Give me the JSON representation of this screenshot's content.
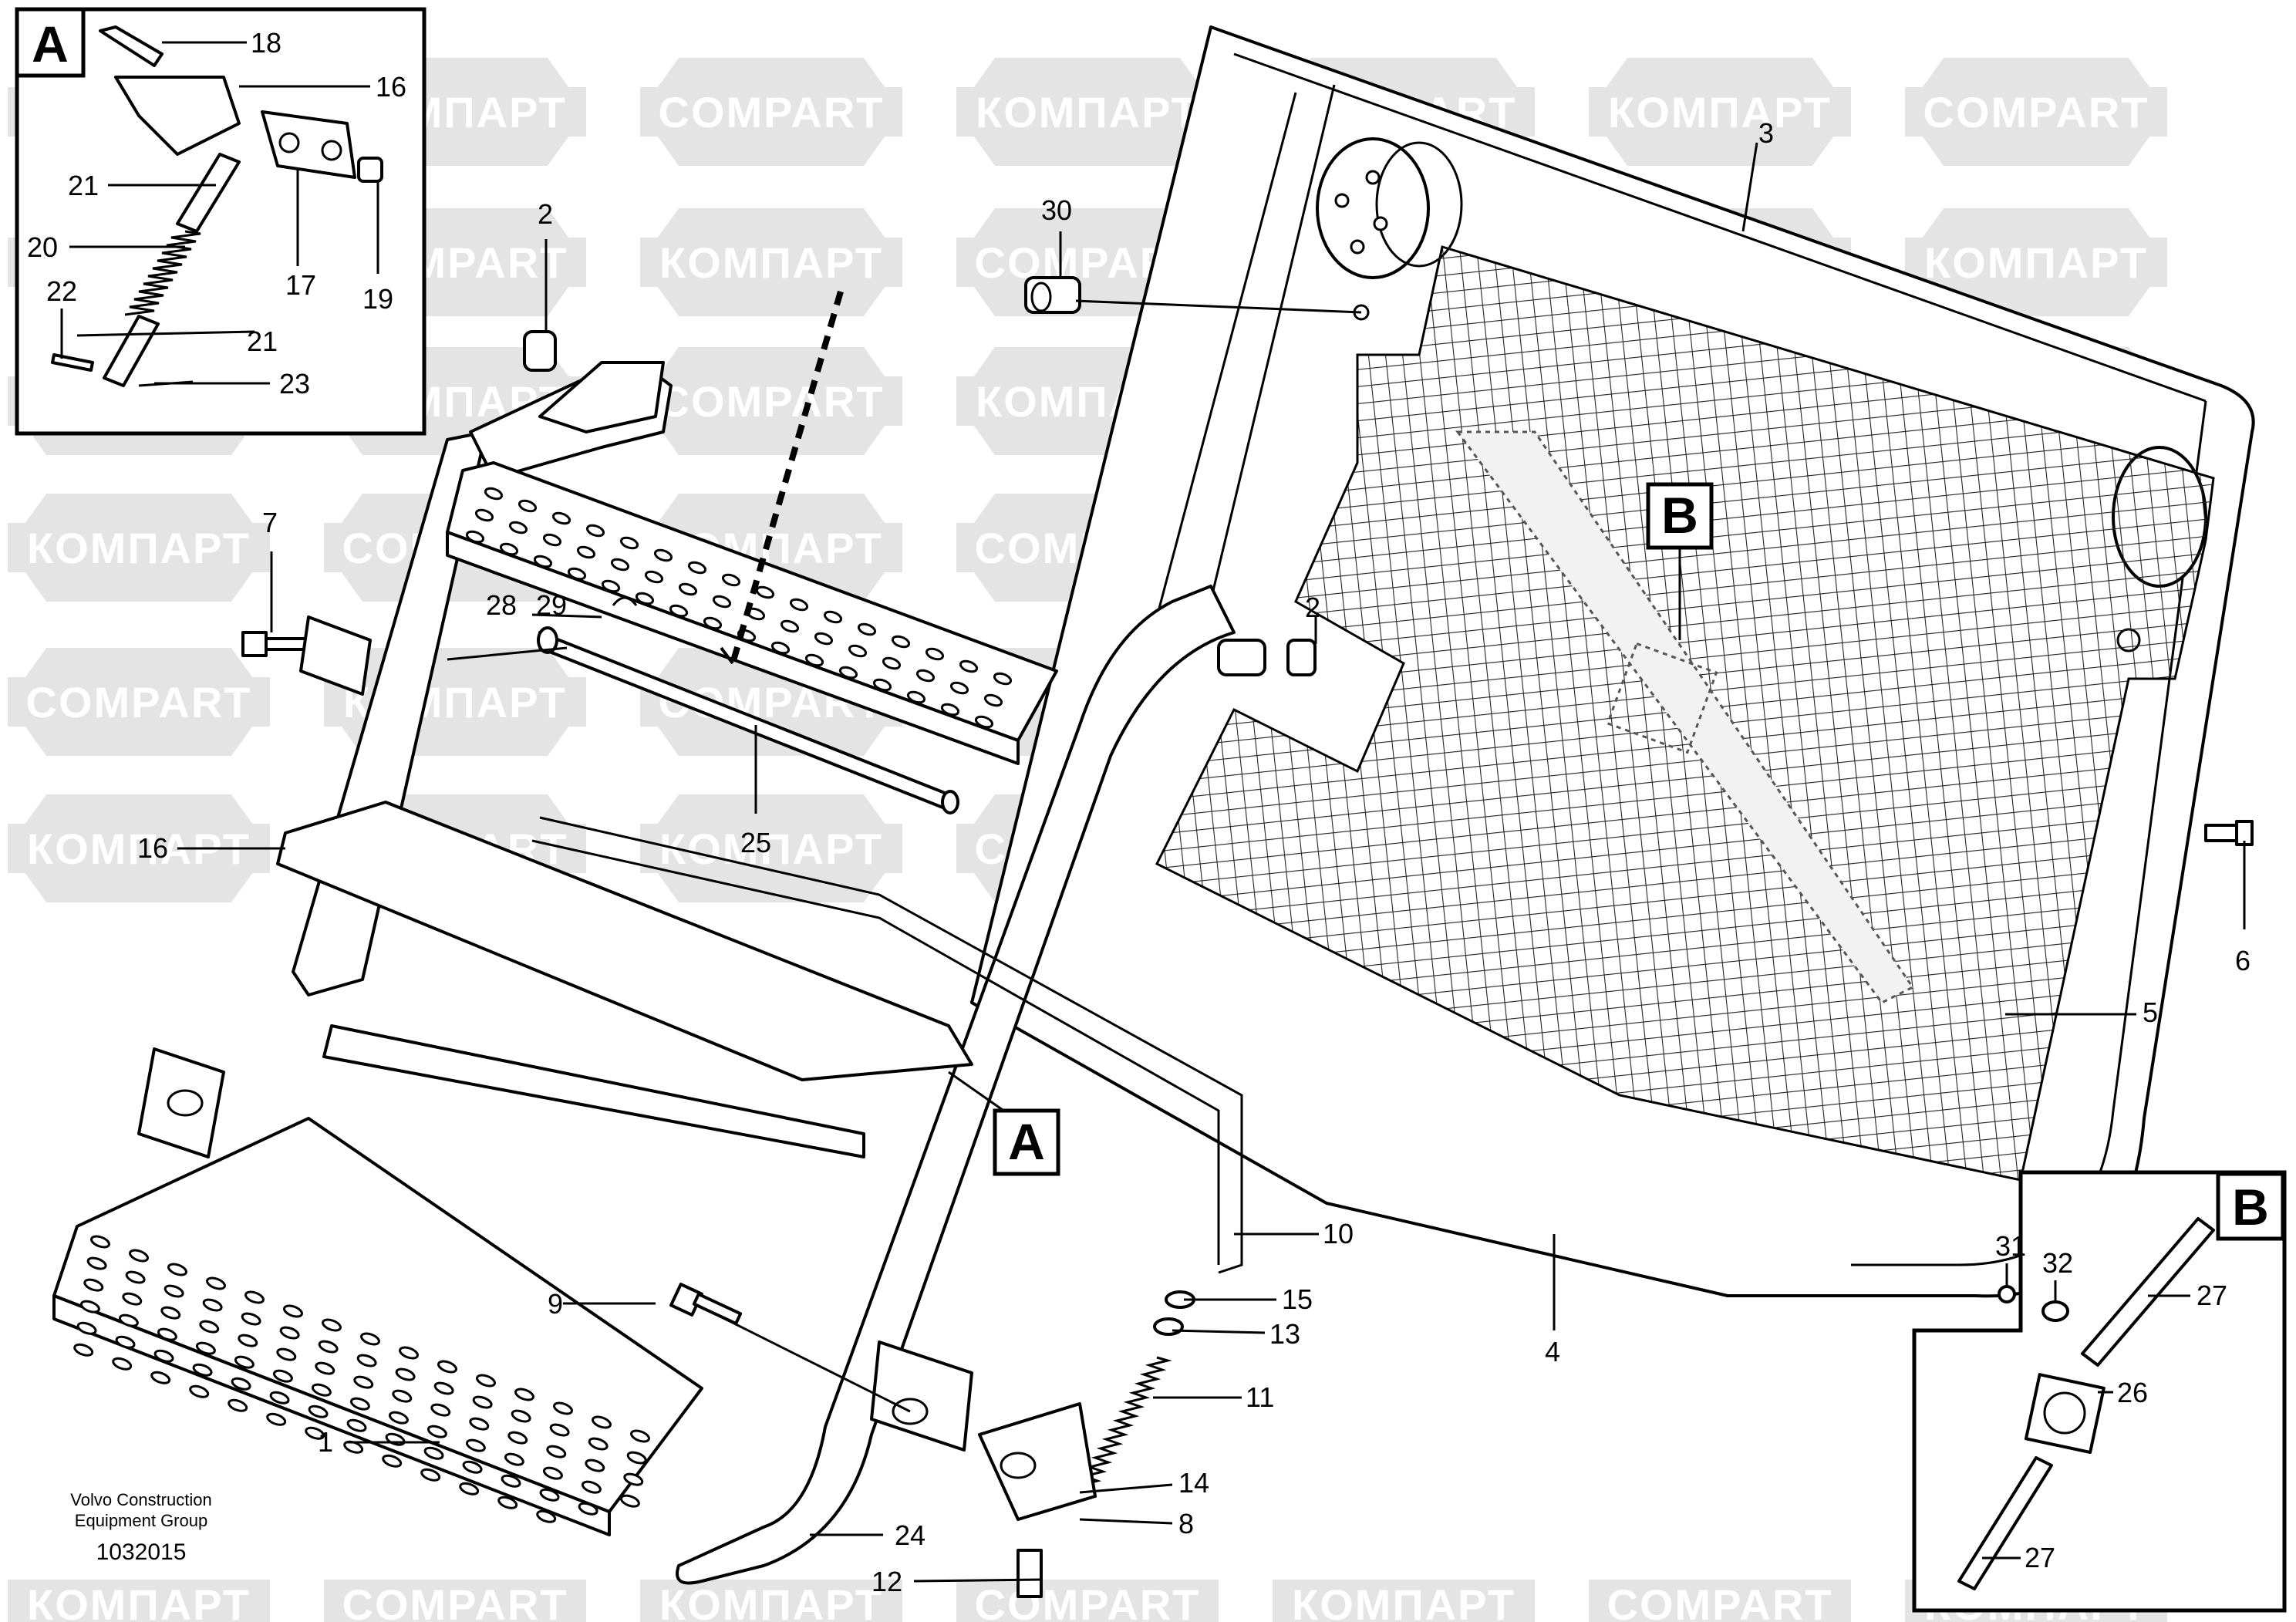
{
  "diagram": {
    "watermark_text_latin": "COMPART",
    "watermark_text_cyrillic": "КОМПАРТ",
    "detail_labels": [
      "A",
      "B"
    ],
    "callouts": {
      "c1": "1",
      "c2a": "2",
      "c2b": "2",
      "c3": "3",
      "c4": "4",
      "c5": "5",
      "c6": "6",
      "c7": "7",
      "c8": "8",
      "c9": "9",
      "c10": "10",
      "c11": "11",
      "c12": "12",
      "c13": "13",
      "c14": "14",
      "c15": "15",
      "c16a": "16",
      "c16b": "16",
      "c17": "17",
      "c18": "18",
      "c19": "19",
      "c20": "20",
      "c21a": "21",
      "c21b": "21",
      "c22": "22",
      "c23": "23",
      "c24": "24",
      "c25": "25",
      "c26": "26",
      "c27a": "27",
      "c27b": "27",
      "c28": "28",
      "c29": "29",
      "c30": "30",
      "c31": "31",
      "c32": "32"
    },
    "footer": {
      "company_line1": "Volvo Construction",
      "company_line2": "Equipment Group",
      "drawing_number": "1032015"
    },
    "colors": {
      "line": "#000000",
      "watermark": "#e4e4e4",
      "background": "#ffffff"
    }
  }
}
